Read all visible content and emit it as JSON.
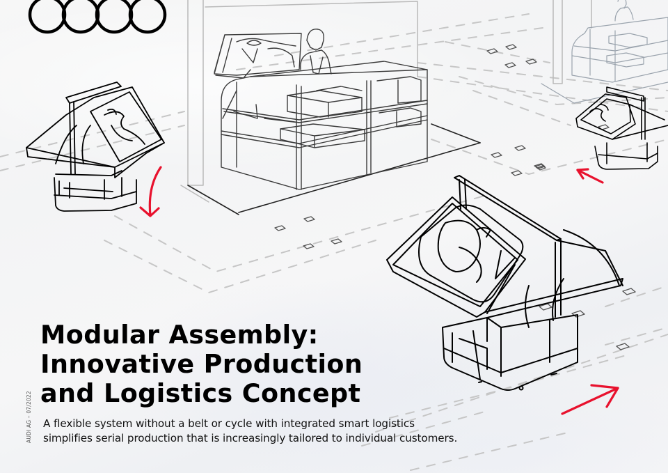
{
  "brand": {
    "logo_icon": "four-rings-logo",
    "logo_color": "#000000"
  },
  "headline": {
    "lines": [
      "Modular Assembly:",
      "Innovative Production",
      "and Logistics Concept"
    ]
  },
  "body": {
    "lines": [
      "A flexible system without a belt or cycle with integrated smart logistics",
      "simplifies serial production that is increasingly tailored to individual customers."
    ]
  },
  "credit": {
    "text": "AUDI AG – 07/2022"
  },
  "illustration": {
    "description": "Isometric line drawing of a factory floor with driverless transport vehicles carrying car body parts and a storage rack with worker",
    "elements": [
      {
        "name": "left-agv-with-body-part",
        "arrow": "curved-down"
      },
      {
        "name": "center-storage-rack-with-worker"
      },
      {
        "name": "right-background-storage-rack-with-worker"
      },
      {
        "name": "right-agv-with-body-part",
        "arrow": "pointing-up-left"
      },
      {
        "name": "front-agv-with-body-part",
        "arrow": "pointing-up-right"
      },
      {
        "name": "floor-dashed-lanes"
      },
      {
        "name": "floor-markers"
      }
    ],
    "line_color": "#000000",
    "faded_line_color": "#9a9a9a",
    "lane_color": "#c8c8c8",
    "arrow_color": "#e8112d"
  }
}
